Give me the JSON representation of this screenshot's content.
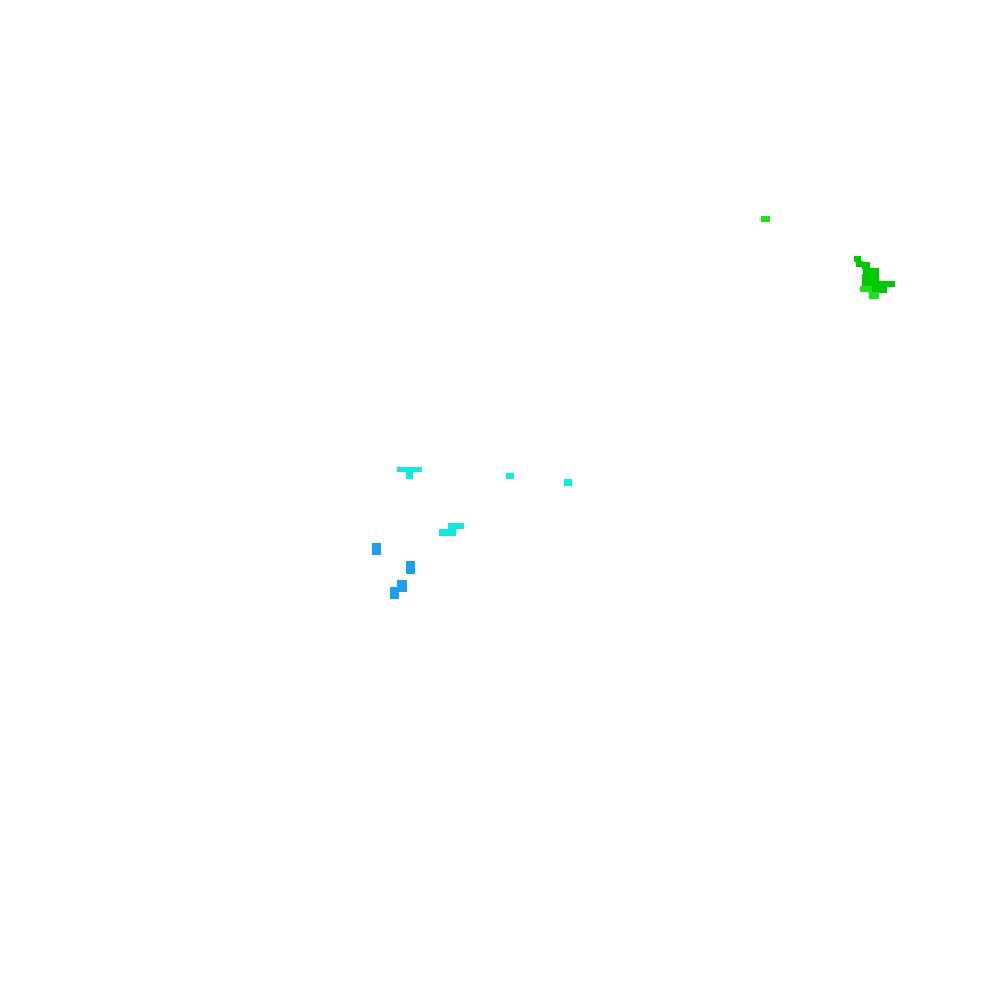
{
  "canvas": {
    "background": "#ffffff"
  },
  "clusters": [
    {
      "name": "green-cluster",
      "colors": [
        "#00c800",
        "#22dd22",
        "#00e000"
      ]
    },
    {
      "name": "cyan-cluster",
      "colors": [
        "#11e8e0"
      ]
    },
    {
      "name": "blue-cluster",
      "colors": [
        "#1aa0ee"
      ]
    }
  ]
}
